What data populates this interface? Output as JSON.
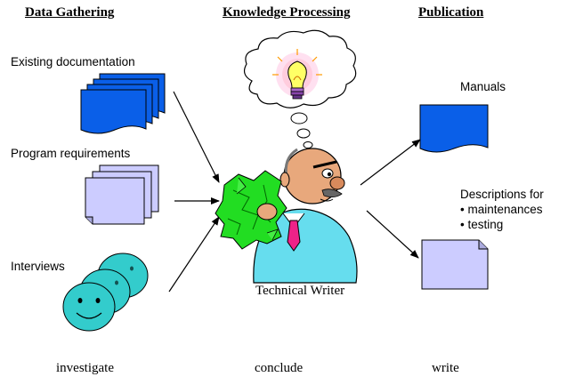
{
  "headers": {
    "data_gathering": "Data Gathering",
    "knowledge_processing": "Knowledge Processing",
    "publication": "Publication"
  },
  "inputs": {
    "existing_documentation": "Existing documentation",
    "program_requirements": "Program requirements",
    "interviews": "Interviews"
  },
  "center": {
    "technical_writer": "Technical Writer"
  },
  "outputs": {
    "manuals": "Manuals",
    "descriptions_title": "Descriptions for",
    "descriptions_items": [
      "• maintenances",
      "• testing"
    ]
  },
  "footer": {
    "investigate": "investigate",
    "conclude": "conclude",
    "write": "write"
  },
  "colors": {
    "doc_blue": "#0a5fe8",
    "doc_lavender": "#ccccff",
    "face_teal": "#33cccc",
    "money_green": "#22dd22",
    "shirt_cyan": "#66ddee",
    "skin": "#e8a87c"
  }
}
